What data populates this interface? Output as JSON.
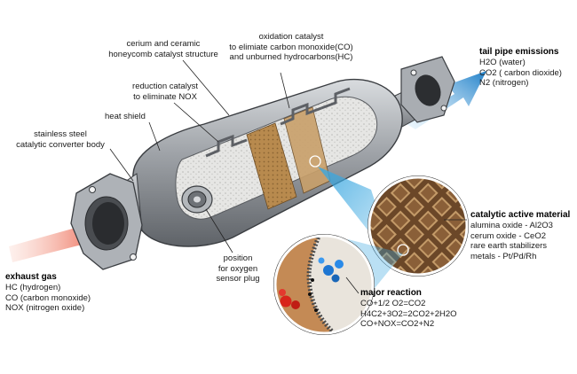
{
  "labels": {
    "cerium": [
      "cerium and ceramic",
      "honeycomb catalyst structure"
    ],
    "oxidation": [
      "oxidation catalyst",
      "to elimiate carbon monoxide(CO)",
      "and unburned hydrocarbons(HC)"
    ],
    "reduction": [
      "reduction catalyst",
      "to eliminate NOX"
    ],
    "heat_shield": "heat shield",
    "stainless": [
      "stainless steel",
      "catalytic converter body"
    ],
    "oxygen_sensor": [
      "position",
      "for oxygen",
      "sensor plug"
    ]
  },
  "tailpipe": {
    "title": "tail pipe emissions",
    "items": [
      "H2O (water)",
      "CO2 ( carbon dioxide)",
      "N2 (nitrogen)"
    ]
  },
  "exhaust": {
    "title": "exhaust gas",
    "items": [
      "HC (hydrogen)",
      "CO (carbon monoxide)",
      "NOX (nitrogen oxide)"
    ]
  },
  "catalytic_material": {
    "title": "catalytic active material",
    "items": [
      "alumina oxide - Al2O3",
      "cerum oxide - CeO2",
      "rare earth stabilizers",
      "metals - Pt/Pd/Rh"
    ]
  },
  "major_reaction": {
    "title": "major reaction",
    "items": [
      "CO+1/2 O2=CO2",
      "H4C2+3O2=2CO2+2H2O",
      "CO+NOX=CO2+N2"
    ]
  },
  "colors": {
    "flow_in": "#e8432a",
    "flow_out": "#1e7fc8",
    "honeycomb": "#a97e4e",
    "steel": "#8c9096",
    "zoom_blue": "#3aa7e0"
  }
}
